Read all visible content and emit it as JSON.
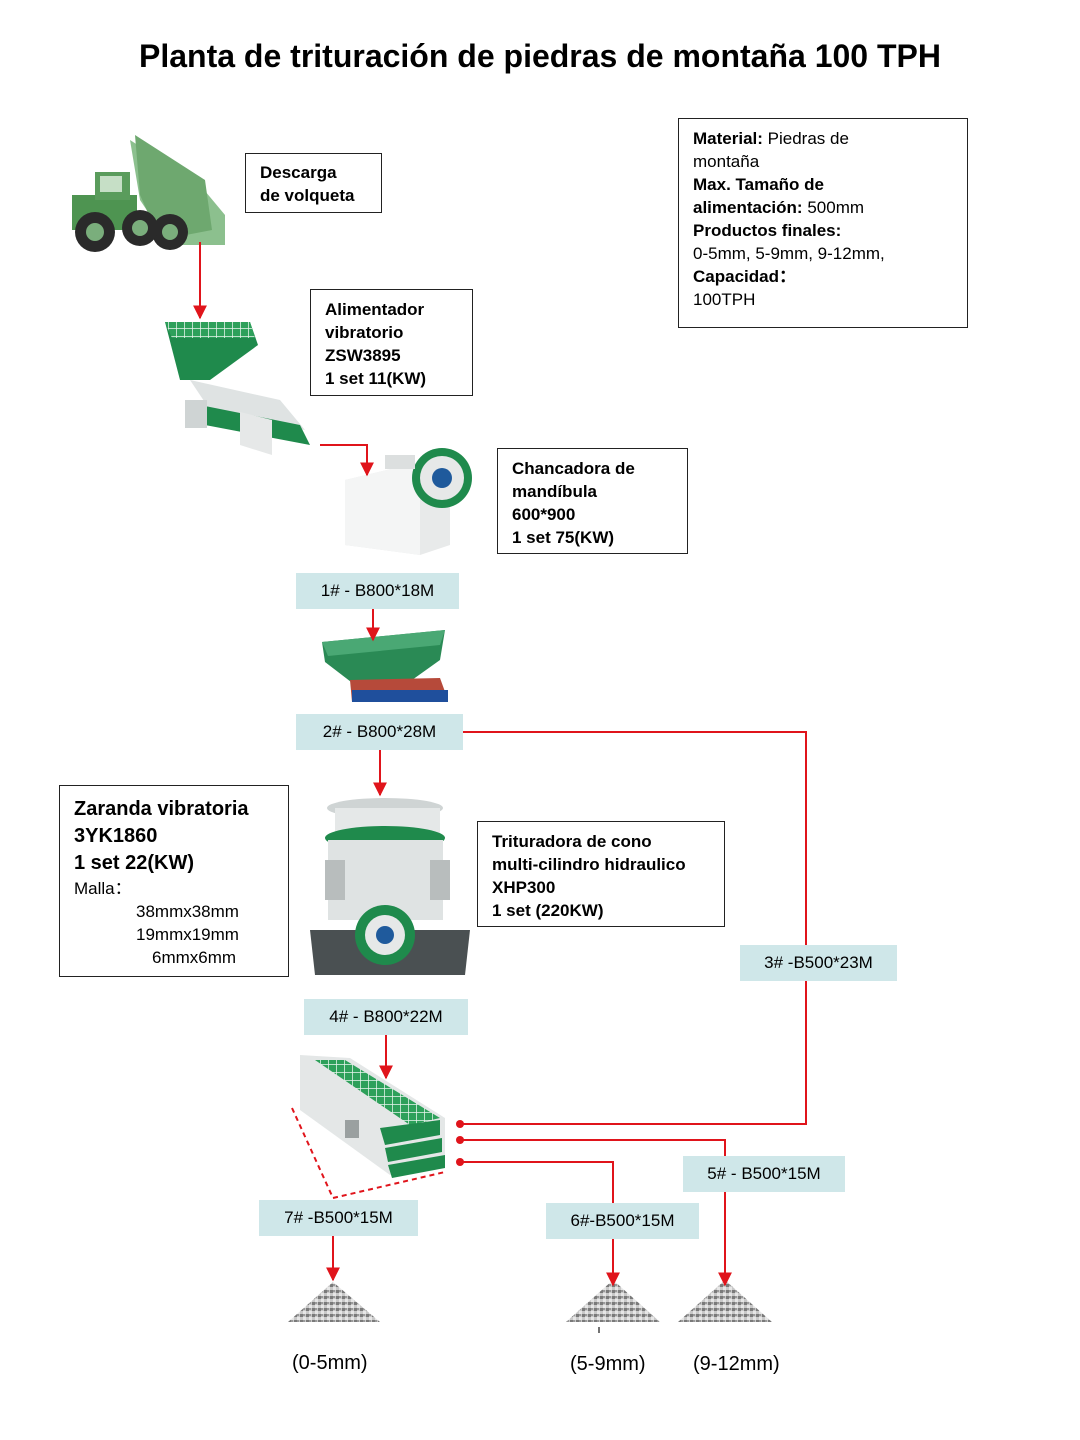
{
  "title": "Planta de trituración de piedras de montaña 100 TPH",
  "spec_box": {
    "material_label": "Material:",
    "material_value": "Piedras de",
    "material_value2": "montaña",
    "max_label": "Max. Tamaño de",
    "max_label2": "alimentación:",
    "max_value": "500mm",
    "products_label": "Productos finales:",
    "products_value": "0-5mm, 5-9mm, 9-12mm,",
    "capacity_label": "Capacidad：",
    "capacity_value": "100TPH"
  },
  "equipment": {
    "truck": {
      "line1": "Descarga",
      "line2": "de volqueta"
    },
    "feeder": {
      "line1": "Alimentador",
      "line2": "vibratorio",
      "line3": "ZSW3895",
      "line4": "1 set 11(KW)"
    },
    "jaw": {
      "line1": "Chancadora de",
      "line2": "mandíbula",
      "line3": "600*900",
      "line4": "1 set 75(KW)"
    },
    "cone": {
      "line1": "Trituradora de cono",
      "line2": "multi-cilindro hidraulico",
      "line3": "XHP300",
      "line4": "1 set  (220KW)"
    },
    "screen": {
      "line1": "Zaranda vibratoria",
      "line2": "3YK1860",
      "line3": "1 set  22(KW)",
      "mesh_label": "Malla：",
      "mesh1": "38mmx38mm",
      "mesh2": "19mmx19mm",
      "mesh3": "6mmx6mm"
    }
  },
  "belts": {
    "b1": "1# - B800*18M",
    "b2": "2# - B800*28M",
    "b3": "3# -B500*23M",
    "b4": "4# - B800*22M",
    "b5": "5# - B500*15M",
    "b6": "6#-B500*15M",
    "b7": "7# -B500*15M"
  },
  "products": {
    "p1": "(0-5mm)",
    "p2": "(5-9mm)",
    "p3": "(9-12mm)"
  },
  "colors": {
    "flow_line": "#e0141b",
    "machine_green": "#1f8a4c",
    "belt_label_bg": "#cfe7e9"
  }
}
